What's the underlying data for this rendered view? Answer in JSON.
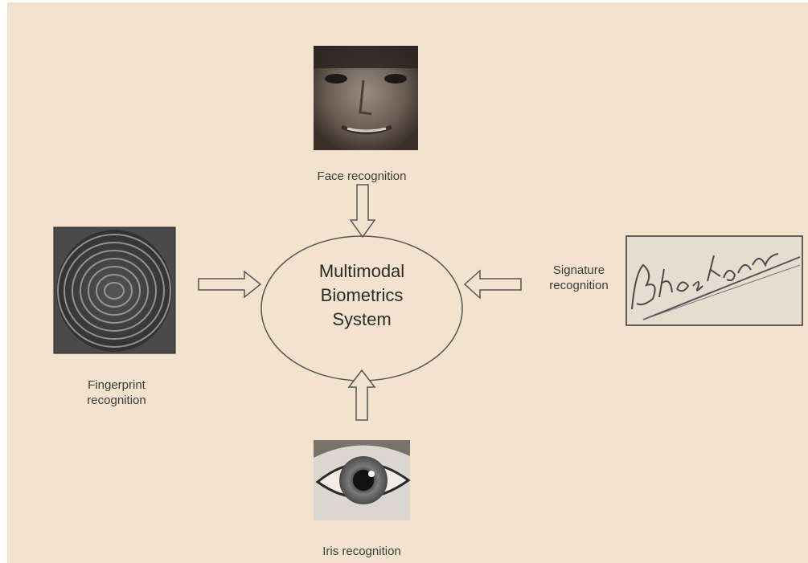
{
  "center": {
    "line1": "Multimodal",
    "line2": "Biometrics",
    "line3": "System"
  },
  "modalities": {
    "face": {
      "label": "Face recognition",
      "icon": "face-photo"
    },
    "fingerprint": {
      "line1": "Fingerprint",
      "line2": "recognition",
      "icon": "fingerprint-photo"
    },
    "signature": {
      "line1": "Signature",
      "line2": "recognition",
      "icon": "signature-photo"
    },
    "iris": {
      "label": "Iris recognition",
      "icon": "eye-photo"
    }
  },
  "colors": {
    "background": "#f3e3ce",
    "stroke": "#555555"
  }
}
